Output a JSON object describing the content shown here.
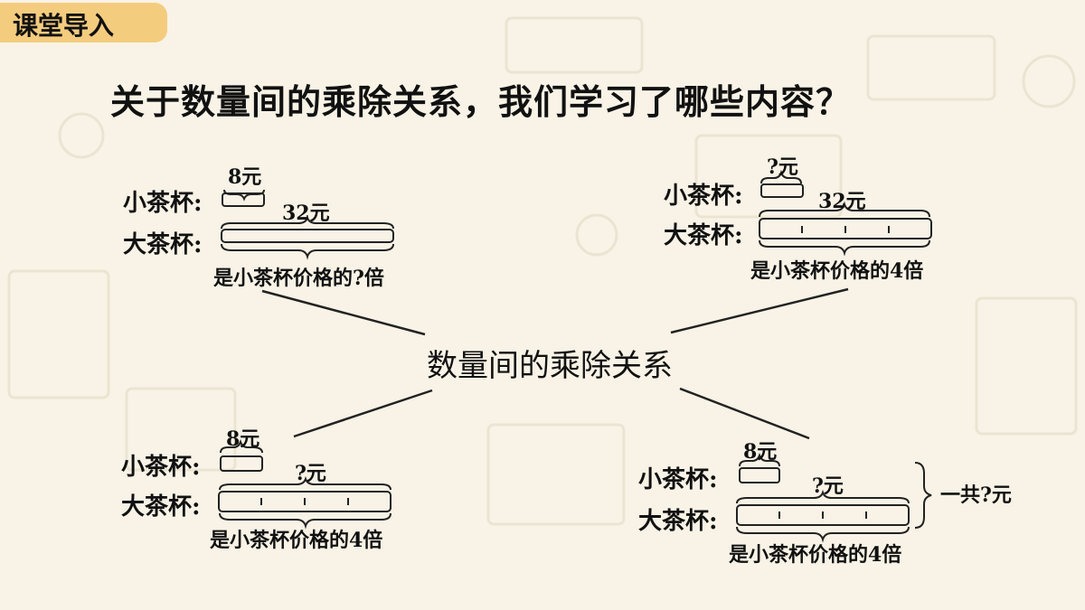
{
  "tag": "课堂导入",
  "question": "关于数量间的乘除关系，我们学习了哪些内容？",
  "center": "数量间的乘除关系",
  "diagrams": [
    {
      "small_label": "小茶杯:",
      "large_label": "大茶杯:",
      "small_value": "8元",
      "large_value": "32元",
      "note": "是小茶杯价格的?倍"
    },
    {
      "small_label": "小茶杯:",
      "large_label": "大茶杯:",
      "small_value": "?元",
      "large_value": "32元",
      "note": "是小茶杯价格的4倍"
    },
    {
      "small_label": "小茶杯:",
      "large_label": "大茶杯:",
      "small_value": "8元",
      "large_value": "?元",
      "note": "是小茶杯价格的4倍"
    },
    {
      "small_label": "小茶杯:",
      "large_label": "大茶杯:",
      "small_value": "8元",
      "large_value": "?元",
      "note": "是小茶杯价格的4倍",
      "total": "一共?元"
    }
  ]
}
